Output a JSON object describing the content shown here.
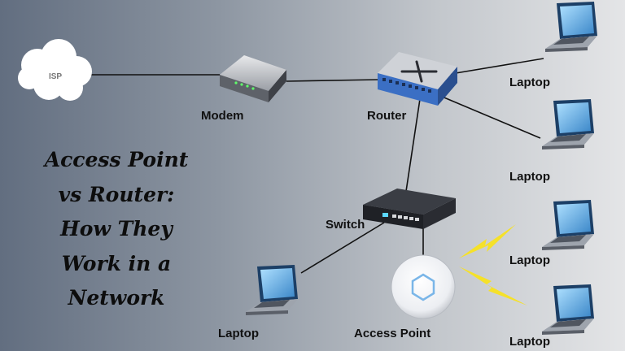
{
  "title": {
    "lines": [
      "Access  Point",
      "vs  Router:",
      "How  They",
      "Work  in  a",
      "Network"
    ]
  },
  "nodes": {
    "isp": "ISP",
    "modem": "Modem",
    "router": "Router",
    "switch": "Switch",
    "access_point": "Access Point",
    "laptop_1": "Laptop",
    "laptop_2": "Laptop",
    "laptop_3": "Laptop",
    "laptop_4": "Laptop",
    "laptop_5": "Laptop"
  },
  "colors": {
    "link": "#111111",
    "wireless_signal": "#f5e12a",
    "device_dark": "#2b2d33",
    "device_light": "#d8dadd",
    "router_port": "#3b6fc4"
  },
  "icons": [
    "cloud-icon",
    "modem-icon",
    "router-icon",
    "switch-icon",
    "access-point-icon",
    "laptop-icon",
    "lightning-icon"
  ]
}
